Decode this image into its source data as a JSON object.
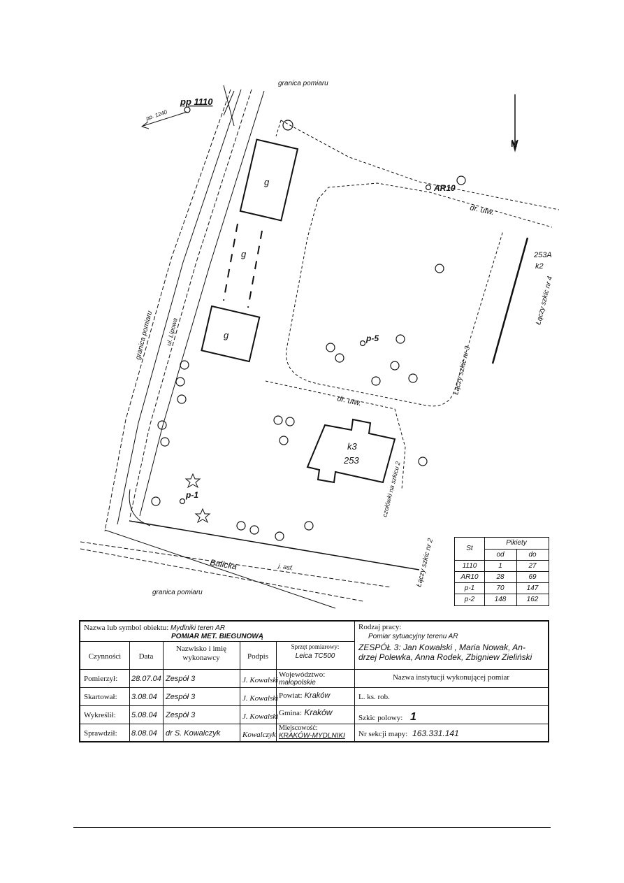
{
  "sketch": {
    "labels_border": [
      "granica pomiaru",
      "granica pomiaru",
      "granica pomiaru"
    ],
    "pp_label": "pp 1110",
    "pp_ref": "pp. 1240",
    "street_name": "Balicka",
    "street_side": "ul. Lipowa",
    "sidewalk": "j. asf.",
    "road_label": "dr. utw.",
    "road_label2": "dr. utw.",
    "garage": "g",
    "building": "k3",
    "building_num": "253",
    "building2": "253A",
    "building2_k": "k2",
    "station_ar": "AR10",
    "station_p5": "p-5",
    "station_p1": "p-1",
    "north": "N",
    "sketch_links": [
      "Łączy szkic nr 4",
      "Łączy szkic nr 3",
      "Łączy szkic nr 2",
      "czołówki na szkicu 2"
    ]
  },
  "pikiety_table": {
    "header_st": "St",
    "header_pikiety": "Pikiety",
    "header_od": "od",
    "header_do": "do",
    "rows": [
      {
        "st": "1110",
        "od": "1",
        "do": "27"
      },
      {
        "st": "AR10",
        "od": "28",
        "do": "69"
      },
      {
        "st": "p-1",
        "od": "70",
        "do": "147"
      },
      {
        "st": "p-2",
        "od": "148",
        "do": "162"
      }
    ]
  },
  "title_block": {
    "object_label": "Nazwa lub symbol obiektu:",
    "object_value": "Mydlniki teren AR",
    "method": "POMIAR MET. BIEGUNOWĄ",
    "work_label": "Rodzaj pracy:",
    "work_value": "Pomiar sytuacyjny terenu AR",
    "col_czynnosci": "Czynności",
    "col_data": "Data",
    "col_nazwisko": "Nazwisko i imię wykonawcy",
    "col_podpis": "Podpis",
    "sprzet_label": "Sprzęt pomiarowy:",
    "sprzet_value": "Leica TC500",
    "team_line1": "ZESPÓŁ 3: Jan Kowalski , Maria Nowak, An-",
    "team_line2": "drzej Polewka, Anna Rodek, Zbigniew Zieliński",
    "institution": "Nazwa instytucji wykonującej pomiar",
    "rows": [
      {
        "czynnosc": "Pomierzył:",
        "data": "28.07.04",
        "wykonawca": "Zespół 3",
        "podpis": "J. Kowalski",
        "info_label": "Województwo:",
        "info_value": "małopolskie"
      },
      {
        "czynnosc": "Skartował:",
        "data": "3.08.04",
        "wykonawca": "Zespół 3",
        "podpis": "J. Kowalski",
        "info_label": "Powiat:",
        "info_value": "Kraków"
      },
      {
        "czynnosc": "Wykreślił:",
        "data": "5.08.04",
        "wykonawca": "Zespół 3",
        "podpis": "J. Kowalski",
        "info_label": "Gmina:",
        "info_value": "Kraków"
      },
      {
        "czynnosc": "Sprawdził:",
        "data": "8.08.04",
        "wykonawca": "dr S. Kowalczyk",
        "podpis": "Kowalczyk",
        "info_label": "Miejscowość:",
        "info_value": "KRAKÓW-MYDLNIKI"
      }
    ],
    "lks_label": "L. ks. rob.",
    "szkic_label": "Szkic polowy:",
    "szkic_value": "1",
    "sekcja_label": "Nr sekcji mapy:",
    "sekcja_value": "163.331.141"
  }
}
